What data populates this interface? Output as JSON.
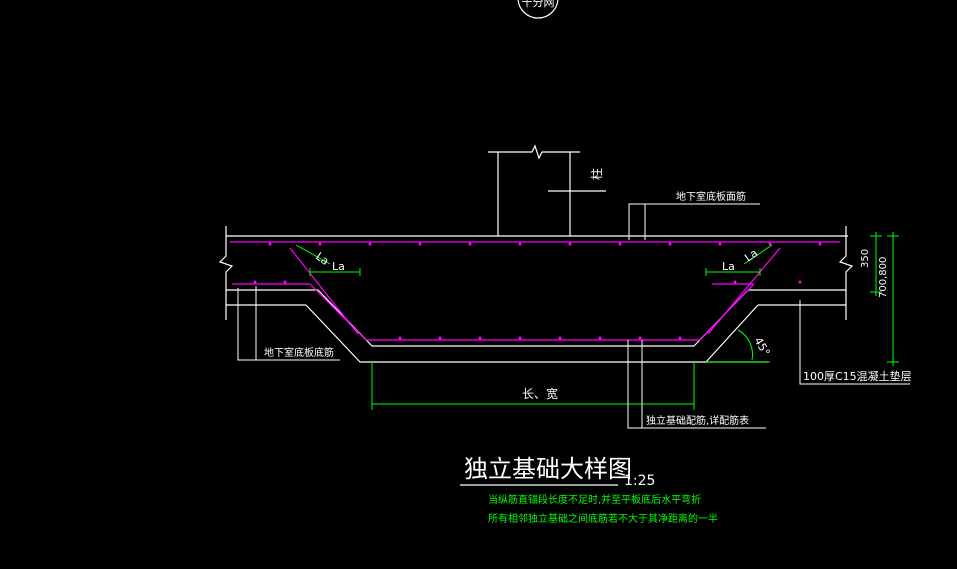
{
  "colors": {
    "background": "#000000",
    "outline": "#ffffff",
    "rebar": "#ff00ff",
    "dimension": "#00ff00",
    "leader": "#ffffff"
  },
  "header": {
    "circle_label": "十分网"
  },
  "labels": {
    "column": "柱",
    "slab_top_rebar": "地下室底板面筋",
    "slab_bottom_rebar": "地下室底板底筋",
    "la_left": "La",
    "la_left_diag": "La",
    "la_right": "La",
    "la_right_diag": "La",
    "dim_350": "350",
    "dim_700_800": "700,800",
    "angle_45": "45°",
    "cushion": "100厚C15混凝土垫层",
    "length_width": "长、宽",
    "foundation_rebar": "独立基础配筋,详配筋表"
  },
  "title": {
    "main": "独立基础大样图",
    "scale": "1:25"
  },
  "notes": [
    "当纵筋直锚段长度不足时,并至平板底后水平弯折",
    "所有相邻独立基础之间底筋若不大于其净距离的一半"
  ]
}
